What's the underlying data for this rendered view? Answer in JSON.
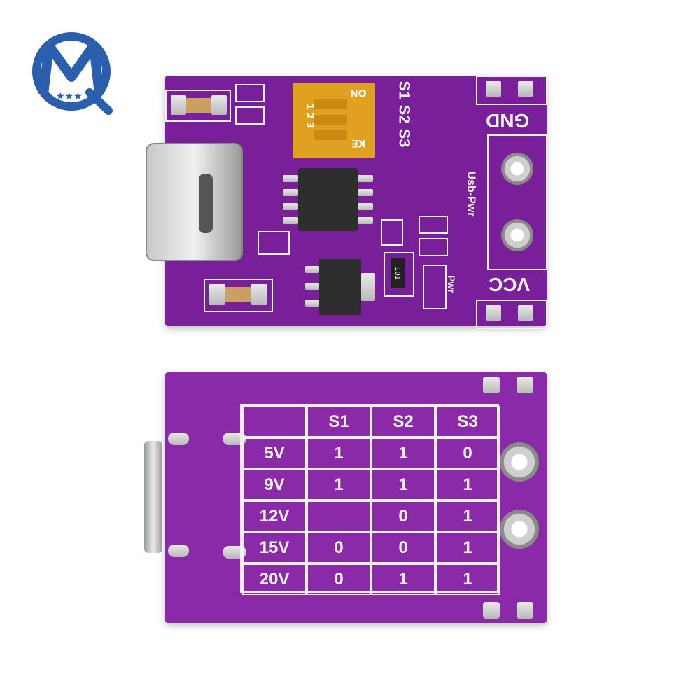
{
  "top_board": {
    "dip_switch_on": "ON",
    "dip_switch_ke": "KE",
    "dip_numbers": "1 2 3",
    "switch_labels": [
      "S1",
      "S2",
      "S3"
    ],
    "gnd_label": "GND",
    "vcc_label": "VCC",
    "usb_pwr_label": "Usb-Pwr",
    "pwr_label": "Pwr",
    "resistor_code": "101"
  },
  "bottom_board": {
    "table": {
      "headers": [
        "",
        "S1",
        "S2",
        "S3"
      ],
      "rows": [
        [
          "5V",
          "1",
          "1",
          "0"
        ],
        [
          "9V",
          "1",
          "1",
          "1"
        ],
        [
          "12V",
          "",
          "0",
          "1"
        ],
        [
          "15V",
          "0",
          "0",
          "1"
        ],
        [
          "20V",
          "0",
          "1",
          "1"
        ]
      ]
    }
  },
  "colors": {
    "pcb": "#7a1f9a",
    "silkscreen": "#f2f2f2",
    "dip_switch": "#e0a020",
    "logo_blue": "#2a5fae"
  }
}
